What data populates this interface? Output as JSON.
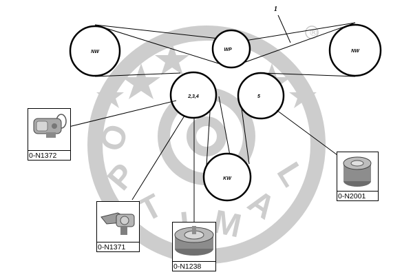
{
  "watermark": {
    "brand": "OPTIMAL",
    "registered": "®",
    "color": "#cfcfcf"
  },
  "callout": {
    "text": "1"
  },
  "pulleys": [
    {
      "id": "nw-left",
      "label": "NW"
    },
    {
      "id": "wp",
      "label": "WP"
    },
    {
      "id": "nw-right",
      "label": "NW"
    },
    {
      "id": "tensioner-234",
      "label": "2,3,4"
    },
    {
      "id": "idler-5",
      "label": "5"
    },
    {
      "id": "kw",
      "label": "KW"
    }
  ],
  "parts": [
    {
      "id": "n1372",
      "code": "0-N1372",
      "icon": "hydraulic-damper-icon"
    },
    {
      "id": "n1371",
      "code": "0-N1371",
      "icon": "tensioner-lever-icon"
    },
    {
      "id": "n1238",
      "code": "0-N1238",
      "icon": "tensioner-pulley-icon"
    },
    {
      "id": "n2001",
      "code": "0-N2001",
      "icon": "idler-pulley-icon"
    }
  ],
  "colors": {
    "line": "#000000",
    "pulley_fill": "#ffffff",
    "metal": "#9a9a9a"
  }
}
